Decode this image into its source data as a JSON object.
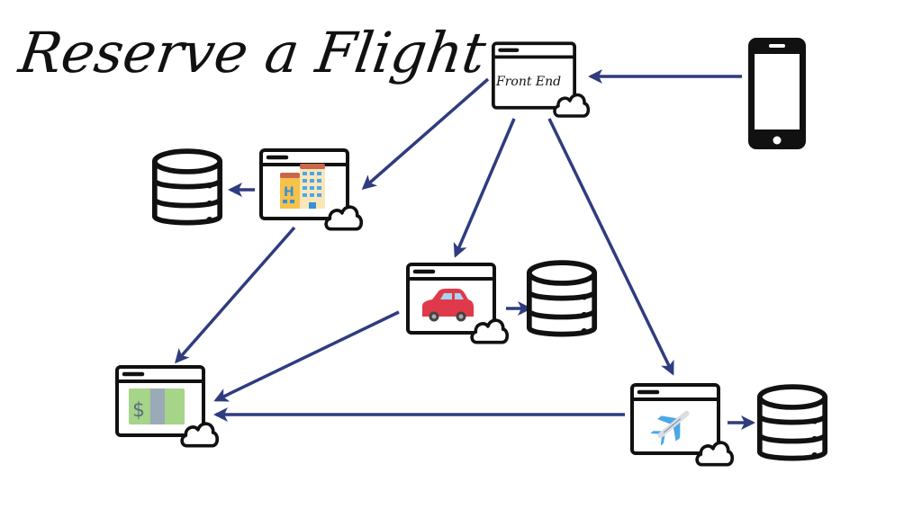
{
  "title": "Reserve a Flight",
  "colors": {
    "arrow": "#2f3c7e",
    "outline": "#111111",
    "background": "#ffffff"
  },
  "nodes": {
    "client": {
      "label": "Mobile Phone",
      "icon": "smartphone-icon"
    },
    "front_end": {
      "label": "Front End",
      "icon": "browser-window-icon",
      "cloud": true
    },
    "hotel_service": {
      "label": "Hotel",
      "icon": "hotel-icon",
      "cloud": true
    },
    "hotel_db": {
      "label": "Hotel DB",
      "icon": "database-icon"
    },
    "car_service": {
      "label": "Car",
      "icon": "car-icon",
      "cloud": true
    },
    "car_db": {
      "label": "Car DB",
      "icon": "database-icon"
    },
    "payment_service": {
      "label": "Payment",
      "icon": "money-icon",
      "cloud": true
    },
    "flight_service": {
      "label": "Flight",
      "icon": "airplane-icon",
      "cloud": true
    },
    "flight_db": {
      "label": "Flight DB",
      "icon": "database-icon"
    }
  },
  "edges": [
    {
      "from": "client",
      "to": "front_end"
    },
    {
      "from": "front_end",
      "to": "hotel_service"
    },
    {
      "from": "front_end",
      "to": "car_service"
    },
    {
      "from": "front_end",
      "to": "flight_service"
    },
    {
      "from": "hotel_service",
      "to": "hotel_db"
    },
    {
      "from": "car_service",
      "to": "car_db"
    },
    {
      "from": "flight_service",
      "to": "flight_db"
    },
    {
      "from": "hotel_service",
      "to": "payment_service"
    },
    {
      "from": "car_service",
      "to": "payment_service"
    },
    {
      "from": "flight_service",
      "to": "payment_service"
    }
  ]
}
